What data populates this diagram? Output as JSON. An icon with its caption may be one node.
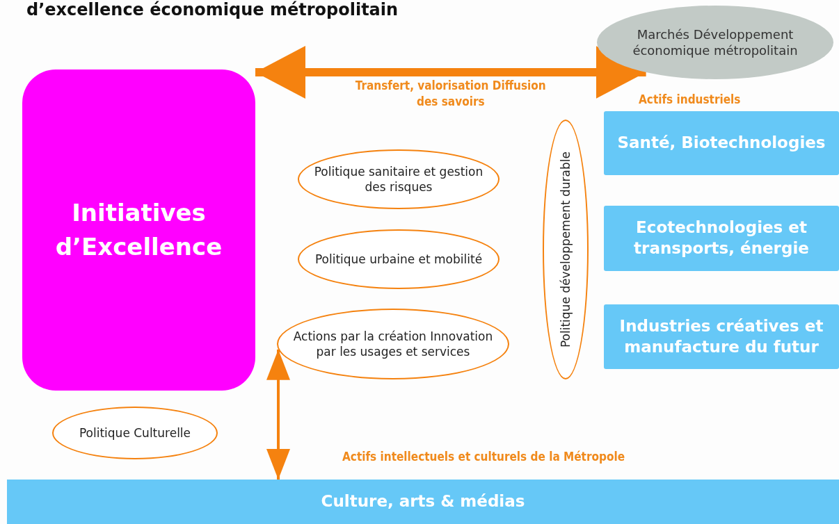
{
  "diagram": {
    "title": "d’excellence économique métropolitain",
    "nodes": [
      {
        "text": [
          "Initiatives d’Excellence"
        ]
      },
      {
        "text": [
          "Marchés Développement économique métropolitain"
        ]
      },
      {
        "text": [
          "Politique sanitaire et gestion des risques"
        ]
      },
      {
        "text": [
          "Politique urbaine et mobilité"
        ]
      },
      {
        "text": [
          "Actions par la création Innovation par les usages et services"
        ]
      },
      {
        "text": [
          "Politique développement durable"
        ]
      },
      {
        "text": [
          "Santé, Biotechnologies"
        ]
      },
      {
        "text": [
          "Ecotechnologies et transports, énergie"
        ]
      },
      {
        "text": [
          "Industries créatives et manufacture du futur"
        ]
      },
      {
        "text": [
          "Politique Culturelle"
        ]
      },
      {
        "text": [
          "Culture, arts & médias"
        ]
      }
    ],
    "edges": [
      {
        "from": 0,
        "to": 1,
        "arrow": "both",
        "style": "thick",
        "label": "Transfert, valorisation Diffusion des savoirs"
      },
      {
        "from": 4,
        "to": 10,
        "arrow": "both"
      }
    ],
    "labels": [
      "Actifs industriels",
      "Actifs intellectuels et culturels de la Métropole"
    ]
  }
}
